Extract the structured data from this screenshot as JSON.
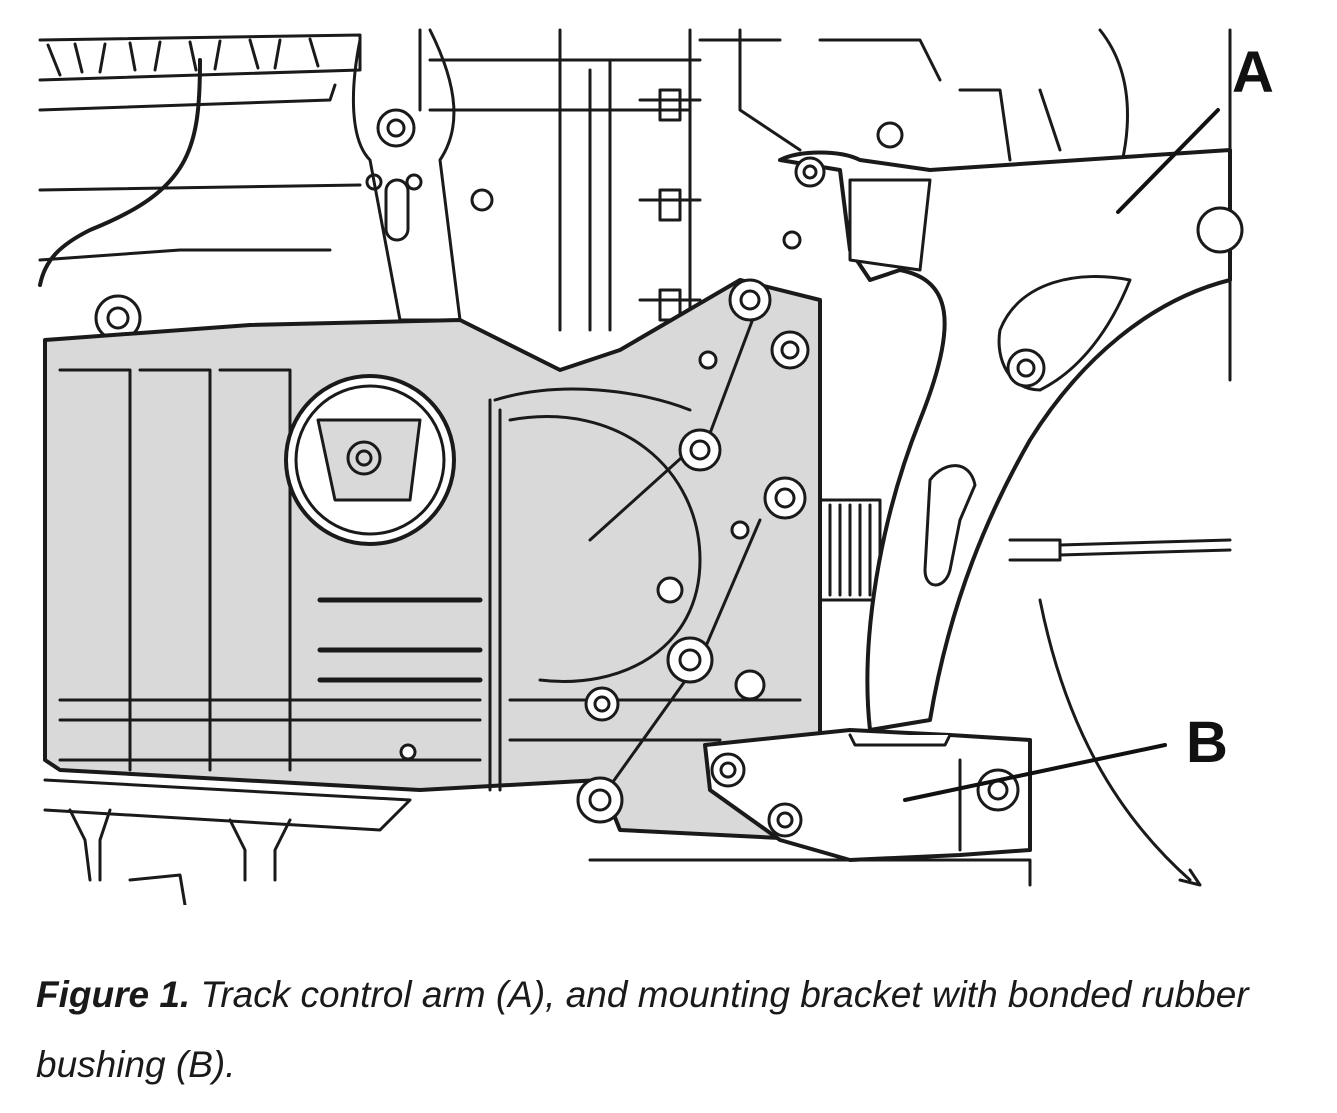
{
  "figure": {
    "callouts": [
      {
        "id": "A",
        "label": "A"
      },
      {
        "id": "B",
        "label": "B"
      }
    ]
  },
  "caption": {
    "number": "Figure 1.",
    "text": " Track control arm (A), and mounting bracket with bonded rubber bushing (B)."
  },
  "colors": {
    "line": "#1a1a1a",
    "shade": "#d9d9d9",
    "background": "#ffffff"
  }
}
